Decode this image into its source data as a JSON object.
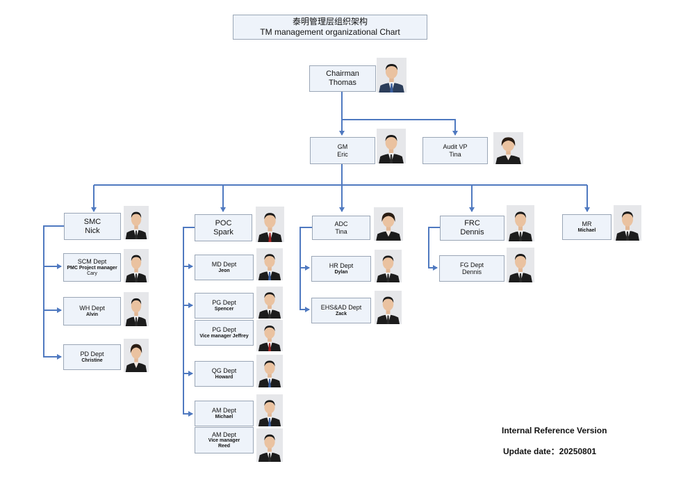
{
  "title": {
    "line1": "泰明管理层组织架构",
    "line2": "TM management organizational Chart"
  },
  "nodes": {
    "chairman": {
      "role": "Chairman",
      "name": "Thomas"
    },
    "gm": {
      "role": "GM",
      "name": "Eric"
    },
    "audit": {
      "role": "Audit VP",
      "name": "Tina"
    },
    "smc": {
      "role": "SMC",
      "name": "Nick"
    },
    "scm": {
      "role": "SCM Dept",
      "sub": "PMC Project manager",
      "name": "Cary"
    },
    "wh": {
      "role": "WH  Dept",
      "name": "Alvin"
    },
    "pd": {
      "role": "PD Dept",
      "name": "Christine"
    },
    "poc": {
      "role": "POC",
      "name": "Spark"
    },
    "md": {
      "role": "MD Dept",
      "name": "Jeon"
    },
    "pg1": {
      "role": "PG Dept",
      "name": "Spencer"
    },
    "pg2": {
      "role": "PG Dept",
      "name": "Vice manager Jeffrey"
    },
    "qg": {
      "role": "QG Dept",
      "name": "Howard"
    },
    "am1": {
      "role": "AM Dept",
      "name": "Michael"
    },
    "am2": {
      "role": "AM Dept",
      "sub": "Vice manager",
      "name": "Reed"
    },
    "adc": {
      "role": "ADC",
      "name": "Tina"
    },
    "hr": {
      "role": "HR Dept",
      "name": "Dylan"
    },
    "ehs": {
      "role": "EHS&AD Dept",
      "name": "Zack"
    },
    "frc": {
      "role": "FRC",
      "name": "Dennis"
    },
    "fg": {
      "role": "FG Dept",
      "name": "Dennis"
    },
    "mr": {
      "role": "MR",
      "name": "Michael"
    }
  },
  "footer": {
    "version": "Internal Reference Version",
    "update": "Update date：20250801"
  },
  "colors": {
    "line": "#4f79c0",
    "box_fill": "#eef3fa",
    "box_border": "#9aa6b6"
  },
  "photos": [
    {
      "id": "chairman",
      "tie": "#3b5f9e",
      "suit": "#2c3e5a",
      "hair": "#1a1a1a",
      "female": false
    },
    {
      "id": "gm",
      "tie": "#2a2a2a",
      "suit": "#1c1c1c",
      "hair": "#1a1a1a",
      "female": false
    },
    {
      "id": "audit",
      "tie": "",
      "suit": "#1c1c1c",
      "hair": "#2a1d14",
      "female": true
    },
    {
      "id": "smc",
      "tie": "#2a2a2a",
      "suit": "#1c1c1c",
      "hair": "#1a1a1a",
      "female": false
    },
    {
      "id": "scm",
      "tie": "#2a2a2a",
      "suit": "#1c1c1c",
      "hair": "#1a1a1a",
      "female": false
    },
    {
      "id": "wh",
      "tie": "#2a2a2a",
      "suit": "#1c1c1c",
      "hair": "#1a1a1a",
      "female": false
    },
    {
      "id": "pd",
      "tie": "",
      "suit": "#1c1c1c",
      "hair": "#2a1d14",
      "female": true
    },
    {
      "id": "poc",
      "tie": "#a32525",
      "suit": "#1c1c1c",
      "hair": "#1a1a1a",
      "female": false
    },
    {
      "id": "md",
      "tie": "#3b5f9e",
      "suit": "#1c1c1c",
      "hair": "#1a1a1a",
      "female": false
    },
    {
      "id": "pg1",
      "tie": "#2a2a2a",
      "suit": "#1c1c1c",
      "hair": "#1a1a1a",
      "female": false
    },
    {
      "id": "pg2",
      "tie": "#a32525",
      "suit": "#1c1c1c",
      "hair": "#1a1a1a",
      "female": false
    },
    {
      "id": "qg",
      "tie": "#3b5f9e",
      "suit": "#1c1c1c",
      "hair": "#1a1a1a",
      "female": false
    },
    {
      "id": "am1",
      "tie": "#3b5f9e",
      "suit": "#1c1c1c",
      "hair": "#1a1a1a",
      "female": false
    },
    {
      "id": "am2",
      "tie": "#2a2a2a",
      "suit": "#1c1c1c",
      "hair": "#1a1a1a",
      "female": false
    },
    {
      "id": "adc",
      "tie": "",
      "suit": "#1c1c1c",
      "hair": "#2a1d14",
      "female": true
    },
    {
      "id": "hr",
      "tie": "#2a2a2a",
      "suit": "#1c1c1c",
      "hair": "#1a1a1a",
      "female": false
    },
    {
      "id": "ehs",
      "tie": "#2a2a2a",
      "suit": "#1c1c1c",
      "hair": "#1a1a1a",
      "female": false
    },
    {
      "id": "frc",
      "tie": "#2a2a2a",
      "suit": "#1c1c1c",
      "hair": "#1a1a1a",
      "female": false
    },
    {
      "id": "fg",
      "tie": "#2a2a2a",
      "suit": "#1c1c1c",
      "hair": "#1a1a1a",
      "female": false
    },
    {
      "id": "mr",
      "tie": "#2a2a2a",
      "suit": "#1c1c1c",
      "hair": "#1a1a1a",
      "female": false
    }
  ]
}
